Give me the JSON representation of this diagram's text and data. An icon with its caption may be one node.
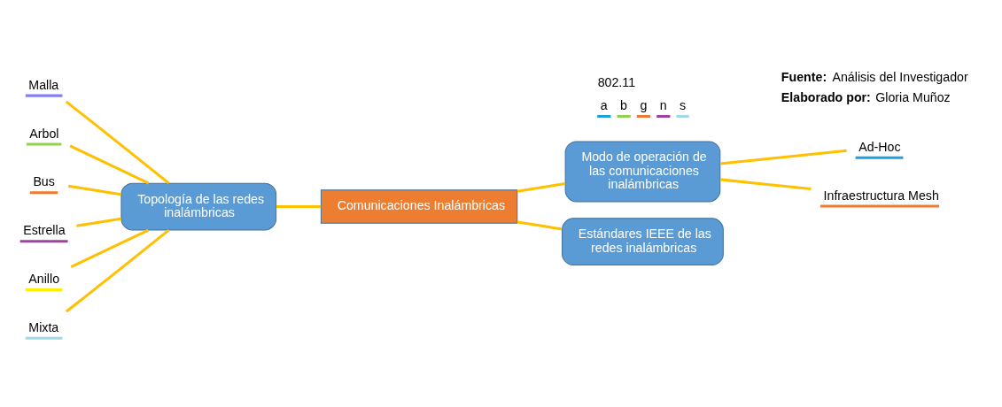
{
  "diagram": {
    "nodes": [
      {
        "text": [
          "Malla"
        ]
      },
      {
        "text": [
          "Arbol"
        ]
      },
      {
        "text": [
          "Bus"
        ]
      },
      {
        "text": [
          "Estrella"
        ]
      },
      {
        "text": [
          "Anillo"
        ]
      },
      {
        "text": [
          "Mixta"
        ]
      },
      {
        "text": [
          "Topología de las redes inalámbricas"
        ]
      },
      {
        "text": [
          "Modo de operación de las comunicaciones inalámbricas"
        ]
      },
      {
        "text": [
          "Ad-Hoc"
        ]
      },
      {
        "text": [
          "Infraestructura Mesh"
        ]
      },
      {
        "text": [
          "Comunicaciones Inalámbricas"
        ]
      },
      {
        "text": [
          "Estándares IEEE de las redes inalámbricas"
        ]
      }
    ],
    "edges": [
      {
        "from": 0,
        "to": 6,
        "arrow": "none"
      },
      {
        "from": 1,
        "to": 6,
        "arrow": "none"
      },
      {
        "from": 2,
        "to": 6,
        "arrow": "none"
      },
      {
        "from": 3,
        "to": 6,
        "arrow": "none"
      },
      {
        "from": 4,
        "to": 6,
        "arrow": "none"
      },
      {
        "from": 5,
        "to": 6,
        "arrow": "none"
      },
      {
        "from": 6,
        "to": 10,
        "arrow": "none"
      },
      {
        "from": 10,
        "to": 7,
        "arrow": "none"
      },
      {
        "from": 7,
        "to": 8,
        "arrow": "none"
      },
      {
        "from": 7,
        "to": 9,
        "arrow": "none"
      },
      {
        "from": 10,
        "to": 11,
        "arrow": "none"
      }
    ],
    "labels": [
      "802.11",
      "a",
      "b",
      "g",
      "n",
      "s",
      "**Fuente:** Análisis del Investigador",
      "**Elaborado por:** Gloria Muñoz"
    ]
  }
}
